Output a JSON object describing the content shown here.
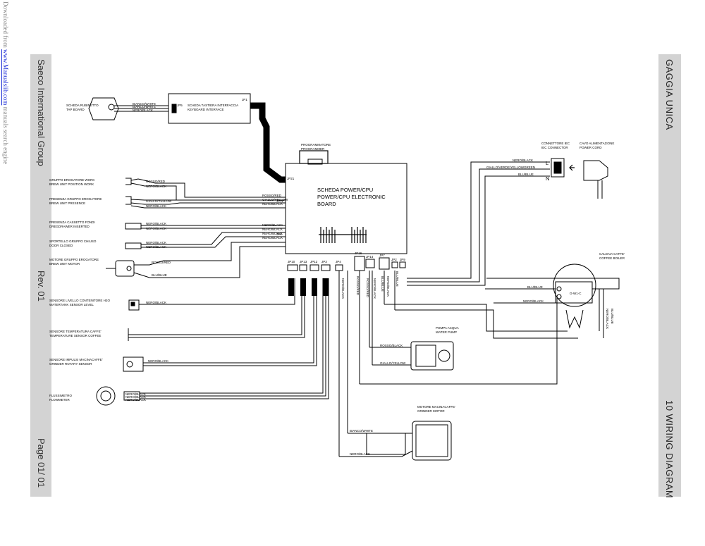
{
  "watermark": {
    "prefix": "Downloaded from ",
    "link_text": "www.Manualslib.com",
    "suffix": " manuals search engine"
  },
  "left_strip": {
    "company": "Saeco International Group",
    "rev": "Rev. 01",
    "page": "Page   01/ 01"
  },
  "right_strip": {
    "product": "GAGGIA UNICA",
    "section": "10 WIRING DIAGRAM"
  },
  "diagram": {
    "board": {
      "title_it": "SCHEDA POWER/CPU",
      "title_en1": "POWER/CPU ELECTRONIC",
      "title_en2": "BOARD"
    },
    "programmer_port": {
      "label_it": "PROGRAMMATORE",
      "label_en": "PROGRAMMER"
    },
    "keyboard": {
      "connector": "JP5",
      "title_it": "SCHEDA TASTIERA INTERFACCIA",
      "title_en": "KEYBOARD INTERFACE",
      "jp": "JP1"
    },
    "tap_board": {
      "title_it": "SCHEDA RUBINETTO",
      "title_en": "TAP BOARD",
      "wires": [
        "BIANCO/WHITE",
        "BIANCO/WHITE",
        "NERO/BLACK"
      ]
    },
    "brew_unit_position": {
      "title_it": "GRUPPO EROGATORE WORK",
      "title_en": "BREW UNIT POSITION WORK",
      "wires": [
        "ROSSO/RED",
        "NERO/BLACK"
      ]
    },
    "brew_unit_presence": {
      "title_it": "PRESENZA GRUPPO EROGATORE",
      "title_en": "BREW UNIT PRESENCE",
      "wires": [
        "GIALLO/YELLOW",
        "NERO/BLACK"
      ]
    },
    "jp11_wires": [
      "ROSSO/RED",
      "GIALLO/YELLOW",
      "NERO/BLACK"
    ],
    "dregdrawer": {
      "title_it": "PRESENZA CASSETTO FONDI",
      "title_en": "DREGDRAWER INSERTED",
      "wires": [
        "NERO/BLACK",
        "NERO/BLACK"
      ]
    },
    "door": {
      "title_it": "SPORTELLO GRUPPO CHIUSO",
      "title_en": "DOOR CLOSED",
      "wires": [
        "NERO/BLACK",
        "NERO/BLACK"
      ]
    },
    "jp6_wires": [
      "NERO/BLACK",
      "NERO/BLACK",
      "NERO/BLACK",
      "NERO/BLACK"
    ],
    "brew_motor": {
      "title_it": "MOTORE GRUPPO EROGATORE",
      "title_en": "BREW UNIT MOTOR",
      "wires": [
        "ROSSO/RED",
        "BLU/BLUE"
      ]
    },
    "water_sensor": {
      "title_it": "SENSORE LIVELLO CONTENITORE H2O",
      "title_en": "WATERTANK SENSOR LEVEL",
      "wires": [
        "NERO/BLACK"
      ]
    },
    "temp_sensor": {
      "title_it": "SENSORE TEMPERATURA CAFFE'",
      "title_en": "TEMPERATURE SENSOR COFFEE"
    },
    "grinder_sensor": {
      "title_it": "SENSORE IMPULSI MACINACAFFE'",
      "title_en": "GRINDER ROTARY SENSOR",
      "wires": [
        "NERO/BLACK"
      ]
    },
    "flowmeter": {
      "title_it": "FLUSSIMETRO",
      "title_en": "FLOWMETER",
      "wires": [
        "NERO/BLACK",
        "NERO/BLACK",
        "NERO/BLACK"
      ]
    },
    "connectors": {
      "jp10": "JP10",
      "jp13": "JP13",
      "jp12": "JP12",
      "jp3": "JP3",
      "jp4": "JP4",
      "jp16": "JP16",
      "jp14": "JP14",
      "jp7": "JP7",
      "jp2": "JP2",
      "jp9": "JP9",
      "jp11": "JP11",
      "jp6": "JP6",
      "jp21": "JP21"
    },
    "board_vertical_wires": [
      "NERO/BLACK",
      "ROSSO/RED",
      "ROSSO/RED",
      "NERO/BLACK",
      "BLU/BLUE",
      "NERO/BLACK",
      "BLU/BLUE"
    ],
    "iec": {
      "title_it": "CONNETTORE IEC",
      "title_en": "IEC CONNECTOR",
      "wires": [
        "NERO/BLACK",
        "GIALLO/VERDE/YELLOWGREEN",
        "BLU/BLUE"
      ],
      "l": "L",
      "n": "N"
    },
    "power_cord": {
      "title_it": "CAVO ALIMENTAZIONE",
      "title_en": "POWER CORD"
    },
    "boiler": {
      "title_it": "CALDAIA CAFFE'",
      "title_en": "COFFEE BOILER",
      "wires": [
        "BLU/BLUE",
        "NERO/BLACK",
        "NERO/BLACK",
        "BLU/BLUE"
      ],
      "mid": "G-W1-C"
    },
    "pump": {
      "title_it": "POMPA ACQUA",
      "title_en": "WATER PUMP",
      "wires": [
        "ROSSO/BLACK",
        "GIALLO/YELLOW"
      ]
    },
    "grinder": {
      "title_it": "MOTORE MACINACAFFE'",
      "title_en": "GRINDER MOTOR",
      "wires": [
        "BIANCO/WHITE",
        "NERO/BLACK"
      ]
    }
  }
}
